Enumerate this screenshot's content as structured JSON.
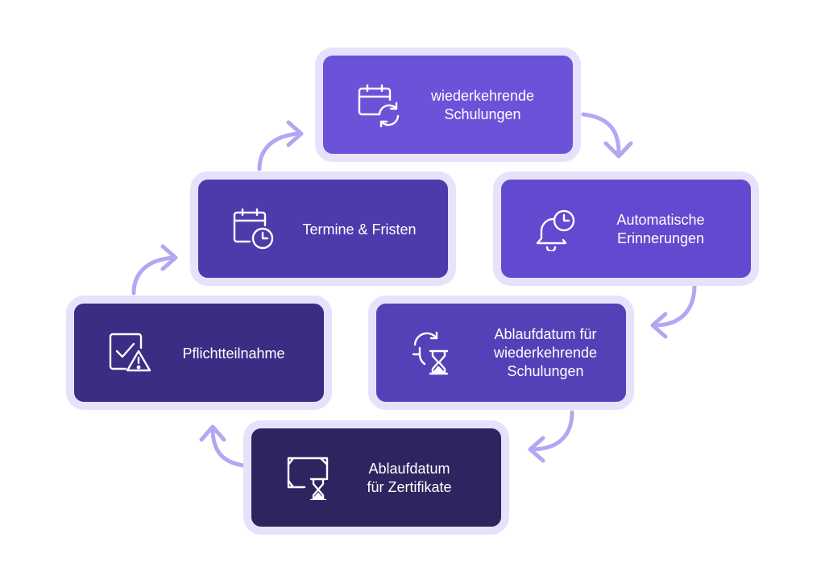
{
  "diagram": {
    "nodes": [
      {
        "id": "wiederkehrende",
        "label": "wiederkehrende\nSchulungen",
        "icon": "calendar-refresh-icon",
        "fill": "#6b52d9"
      },
      {
        "id": "erinnerungen",
        "label": "Automatische\nErinnerungen",
        "icon": "bell-clock-icon",
        "fill": "#6249cf"
      },
      {
        "id": "ablauf-schulungen",
        "label": "Ablaufdatum für\nwiederkehrende\nSchulungen",
        "icon": "refresh-hourglass-icon",
        "fill": "#5540b8"
      },
      {
        "id": "ablauf-zertifikate",
        "label": "Ablaufdatum\nfür Zertifikate",
        "icon": "certificate-hourglass-icon",
        "fill": "#2e2460"
      },
      {
        "id": "pflicht",
        "label": "Pflichtteilnahme",
        "icon": "checkbox-warning-icon",
        "fill": "#3b2c84"
      },
      {
        "id": "termine",
        "label": "Termine & Fristen",
        "icon": "calendar-clock-icon",
        "fill": "#4f3aab"
      }
    ],
    "colors": {
      "card_border": "#e6e2fb",
      "arrow": "#b4a6f2",
      "text": "#ffffff"
    }
  }
}
